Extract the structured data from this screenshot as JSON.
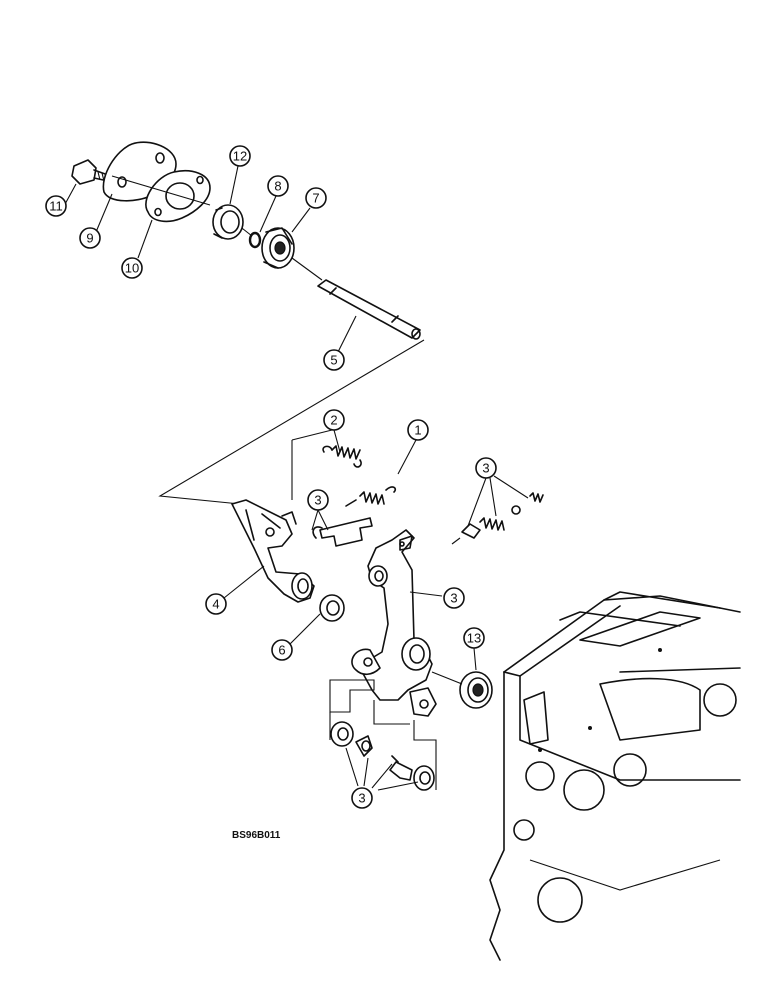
{
  "diagram": {
    "reference_code": "BS96B011",
    "callouts": [
      "1",
      "2",
      "3",
      "4",
      "5",
      "6",
      "7",
      "8",
      "9",
      "10",
      "11",
      "12",
      "13"
    ]
  }
}
